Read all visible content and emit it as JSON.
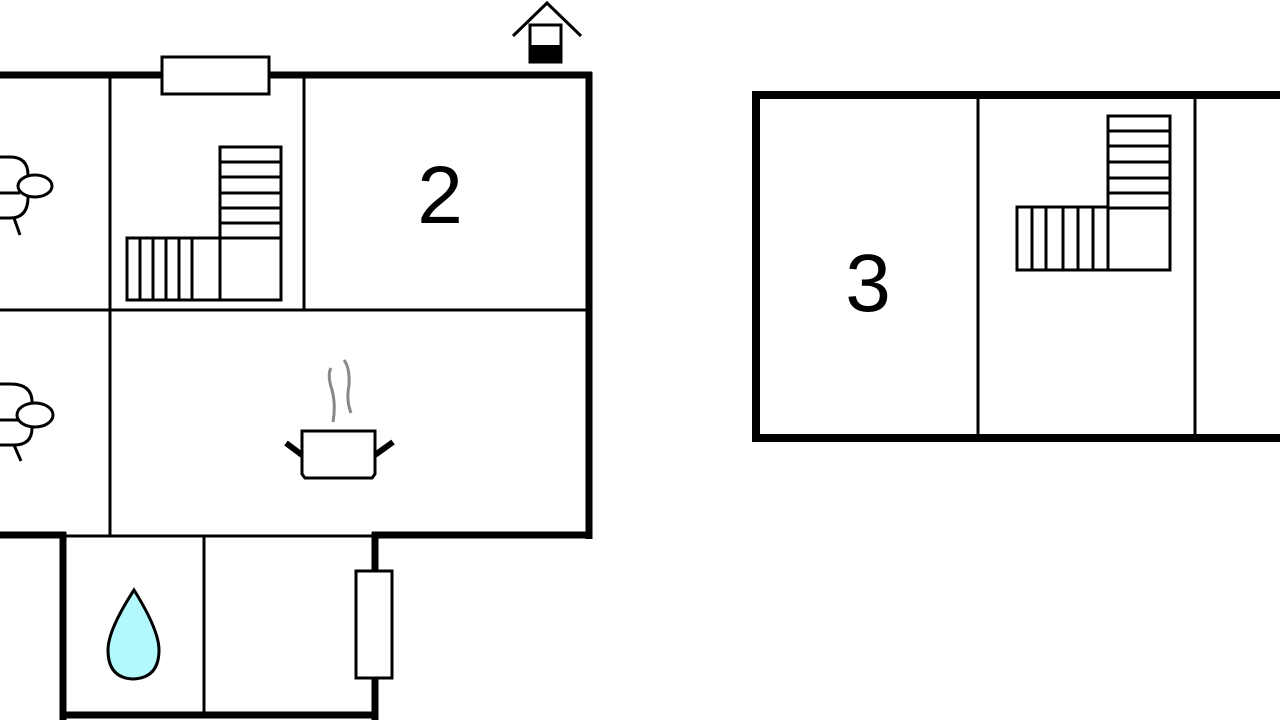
{
  "floor_plan": {
    "rooms": [
      {
        "id": "room-2",
        "label": "2"
      },
      {
        "id": "room-3",
        "label": "3"
      }
    ],
    "icons": [
      "house-entrance-icon",
      "window-icon",
      "staircase-icon",
      "chair-icon",
      "cooking-pot-icon",
      "water-drop-icon"
    ],
    "colors": {
      "wall": "#000000",
      "water": "#b3f9fc",
      "steam": "#888888",
      "background": "#ffffff"
    }
  }
}
